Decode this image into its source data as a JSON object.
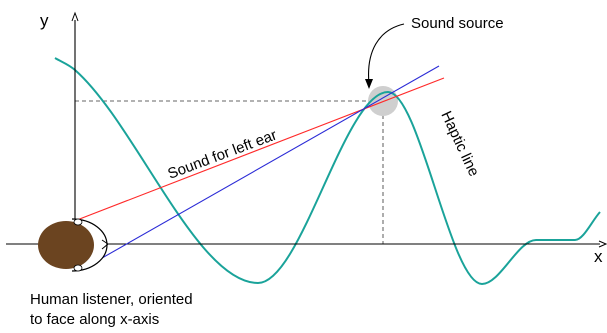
{
  "axes": {
    "x_label": "x",
    "y_label": "y"
  },
  "labels": {
    "sound_source": "Sound source",
    "left_ear_sound": "Sound for left ear",
    "haptic_line": "Haptic line",
    "listener_line1": "Human listener, oriented",
    "listener_line2": "to face along x-axis"
  },
  "colors": {
    "haptic_line": "#1aa39a",
    "left_ear_ray": "#ff2a2a",
    "right_ear_ray": "#2b2bd6",
    "source_marker": "#cfcfcf",
    "listener_head": "#6b4420"
  }
}
